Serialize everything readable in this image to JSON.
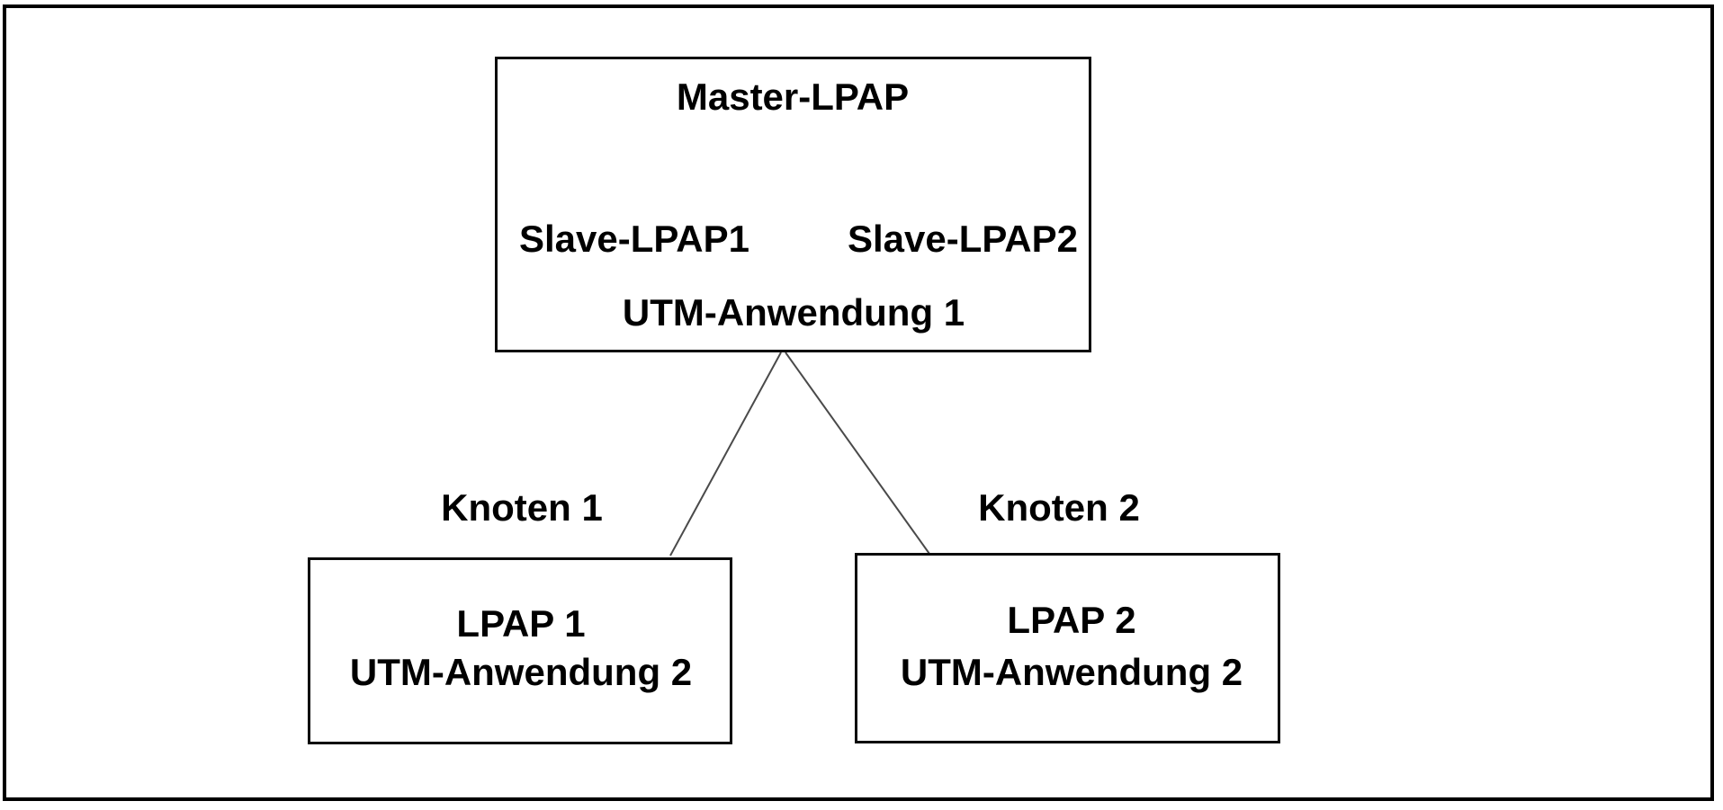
{
  "diagram": {
    "colors": {
      "background": "#ffffff",
      "frame_border": "#000000",
      "box_border": "#0a0a0a",
      "connector_line": "#4a4a4a",
      "text": "#000000"
    },
    "top_box": {
      "master_label": "Master-LPAP",
      "slave1_label": "Slave-LPAP1",
      "slave2_label": "Slave-LPAP2",
      "application_label": "UTM-Anwendung 1"
    },
    "node_labels": {
      "node1": "Knoten 1",
      "node2": "Knoten 2"
    },
    "left_box": {
      "lpap_label": "LPAP 1",
      "application_label": "UTM-Anwendung 2"
    },
    "right_box": {
      "lpap_label": "LPAP 2",
      "application_label": "UTM-Anwendung 2"
    }
  }
}
